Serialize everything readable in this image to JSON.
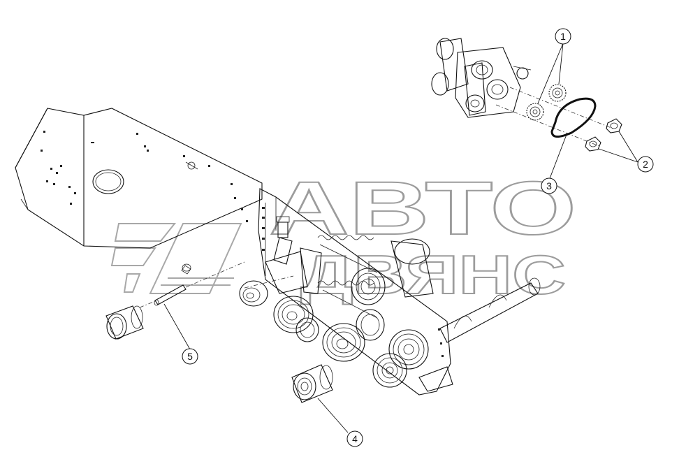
{
  "watermark": {
    "line1": "АВТО",
    "line2": "ДВЯНС"
  },
  "callouts": [
    {
      "id": "1",
      "label": "1"
    },
    {
      "id": "2",
      "label": "2"
    },
    {
      "id": "3",
      "label": "3"
    },
    {
      "id": "4",
      "label": "4"
    },
    {
      "id": "5",
      "label": "5"
    }
  ]
}
